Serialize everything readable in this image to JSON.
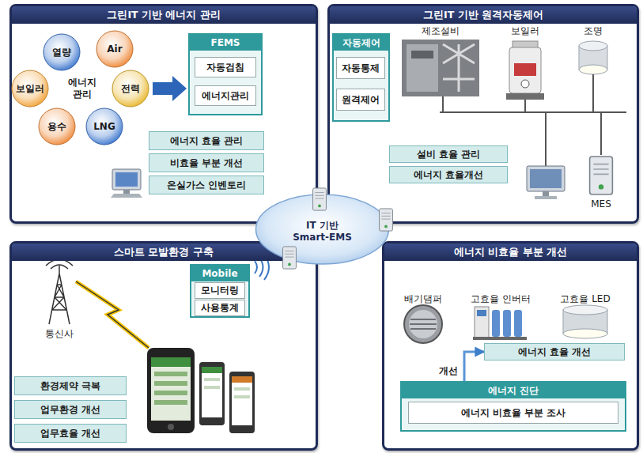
{
  "diagram": {
    "nodes": [
      {
        "text": [
          "그린IT 기반 에너지 관리"
        ]
      },
      {
        "text": [
          "열량"
        ],
        "in": 0
      },
      {
        "text": [
          "Air"
        ],
        "in": 0
      },
      {
        "text": [
          "보일러"
        ],
        "in": 0
      },
      {
        "text": [
          "전력"
        ],
        "in": 0
      },
      {
        "text": [
          "용수"
        ],
        "in": 0
      },
      {
        "text": [
          "LNG"
        ],
        "in": 0
      },
      {
        "text": [
          "FEMS"
        ],
        "in": 0
      },
      {
        "text": [
          "자동검침"
        ],
        "in": 7
      },
      {
        "text": [
          "에너지관리"
        ],
        "in": 7
      },
      {
        "text": [
          "에너지 효율 관리"
        ],
        "in": 0
      },
      {
        "text": [
          "비효율 부분 개선"
        ],
        "in": 0
      },
      {
        "text": [
          "온실가스 인벤토리"
        ],
        "in": 0
      },
      {
        "text": [
          "그린IT 기반 원격자동제어"
        ]
      },
      {
        "text": [
          "자동제어"
        ],
        "in": 13
      },
      {
        "text": [
          "자동통제"
        ],
        "in": 14
      },
      {
        "text": [
          "원격제어"
        ],
        "in": 14
      },
      {
        "text": [
          "설비 효율 관리"
        ],
        "in": 13
      },
      {
        "text": [
          "에너지 효율개선"
        ],
        "in": 13
      },
      {
        "text": [
          "IT 기반 Smart-EMS"
        ]
      },
      {
        "text": [
          "스마트 모발환경 구축"
        ]
      },
      {
        "text": [
          "Mobile"
        ],
        "in": 20
      },
      {
        "text": [
          "모니터링"
        ],
        "in": 21
      },
      {
        "text": [
          "사용통계"
        ],
        "in": 21
      },
      {
        "text": [
          "환경제약 극복"
        ],
        "in": 20
      },
      {
        "text": [
          "업무환경 개선"
        ],
        "in": 20
      },
      {
        "text": [
          "업무효율 개선"
        ],
        "in": 20
      },
      {
        "text": [
          "에너지 비효율 부분 개선"
        ]
      },
      {
        "text": [
          "에너지 효율 개선"
        ],
        "in": 27
      },
      {
        "text": [
          "에너지 진단"
        ],
        "in": 27
      },
      {
        "text": [
          "에너지 비효율 부분 조사"
        ],
        "in": 29
      }
    ],
    "edges": [
      {
        "from": 29,
        "to": 28,
        "label": "개선",
        "arrow": "to"
      }
    ],
    "labels": [
      "에너지 관리",
      "제조설비",
      "보일러",
      "조명",
      "MES",
      "통신사",
      "배기댐퍼",
      "고효율 인버터",
      "고효율 LED"
    ]
  }
}
